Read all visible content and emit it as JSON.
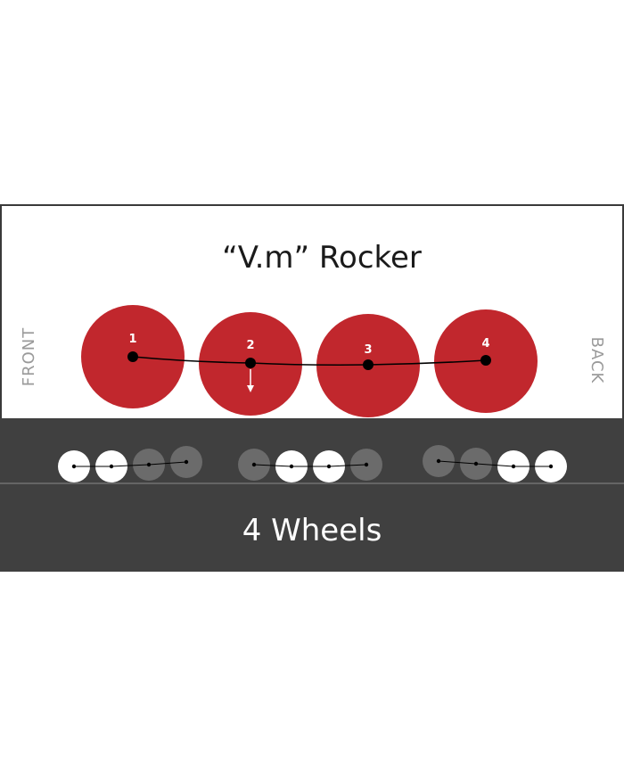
{
  "title": "“V.m” Rocker",
  "front_label": "FRONT",
  "back_label": "BACK",
  "footer_label": "4 Wheels",
  "colors": {
    "wheel_red": "#c1272d",
    "band_dark": "#404040",
    "small_white": "#ffffff",
    "small_gray": "#6b6b6b",
    "line": "#000000"
  },
  "wheels": [
    {
      "number": "1",
      "arrow": false
    },
    {
      "number": "2",
      "arrow": true
    },
    {
      "number": "3",
      "arrow": false
    },
    {
      "number": "4",
      "arrow": false
    }
  ],
  "small_wheel_groups": [
    {
      "states": [
        "white",
        "white",
        "gray",
        "gray"
      ]
    },
    {
      "states": [
        "gray",
        "white",
        "white",
        "gray"
      ]
    },
    {
      "states": [
        "gray",
        "gray",
        "white",
        "white"
      ]
    }
  ]
}
